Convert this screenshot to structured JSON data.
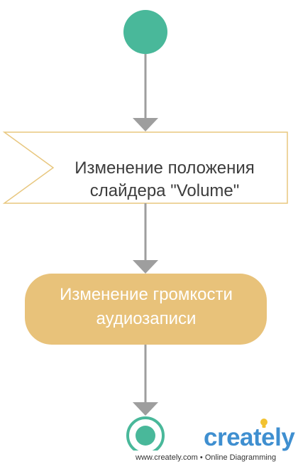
{
  "diagram": {
    "signal_node": {
      "line1": "Изменение положения",
      "line2": "слайдера \"Volume\""
    },
    "action_node": {
      "line1": "Изменение громкости",
      "line2": "аудиозаписи"
    }
  },
  "branding": {
    "wordmark": "creately",
    "tagline_url": "www.creately.com",
    "tagline_sep": "•",
    "tagline_text": "Online Diagramming"
  },
  "colors": {
    "start_node": "#49b89a",
    "signal_border": "#e8c77f",
    "action_fill": "#e8c27a",
    "arrow": "#9e9e9e",
    "text_dark": "#3c3c3c",
    "brand_blue": "#3f8fd0",
    "brand_bulb": "#f2c230"
  }
}
